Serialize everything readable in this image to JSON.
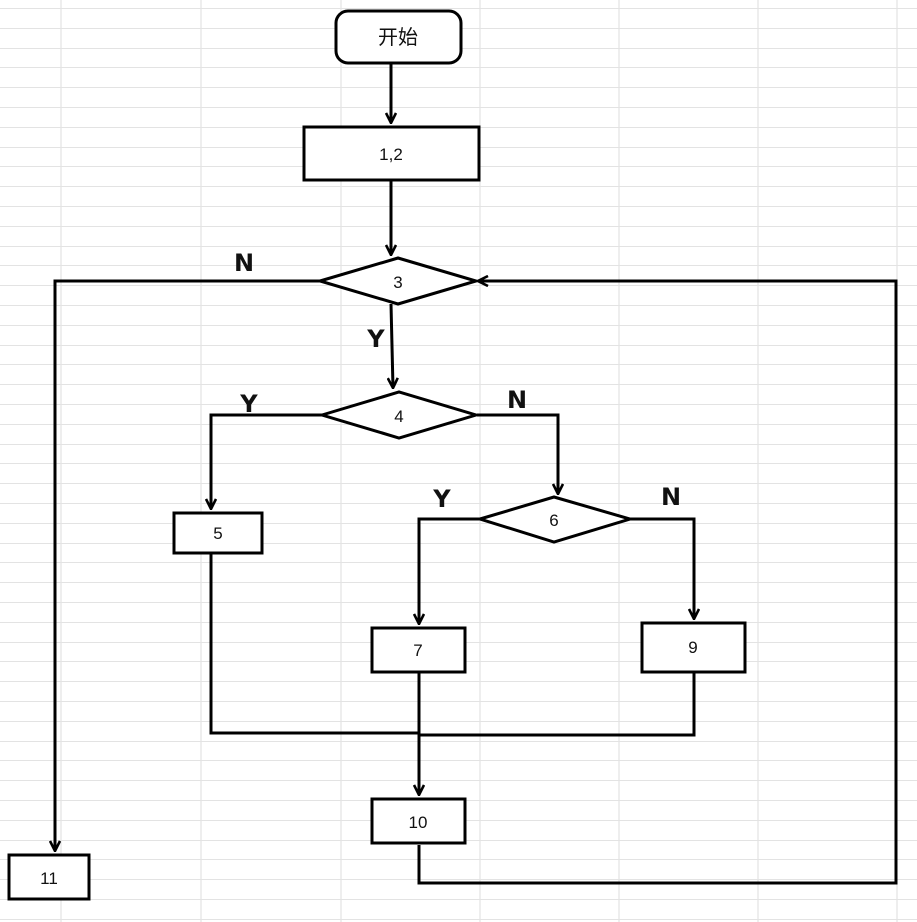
{
  "diagram": {
    "start": {
      "label": "开始"
    },
    "nodes": [
      {
        "id": "n12",
        "label": "1,2",
        "shape": "process"
      },
      {
        "id": "n3",
        "label": "3",
        "shape": "decision"
      },
      {
        "id": "n4",
        "label": "4",
        "shape": "decision"
      },
      {
        "id": "n5",
        "label": "5",
        "shape": "process"
      },
      {
        "id": "n6",
        "label": "6",
        "shape": "decision"
      },
      {
        "id": "n7",
        "label": "7",
        "shape": "process"
      },
      {
        "id": "n9",
        "label": "9",
        "shape": "process"
      },
      {
        "id": "n10",
        "label": "10",
        "shape": "process"
      },
      {
        "id": "n11",
        "label": "11",
        "shape": "process"
      }
    ],
    "branch_labels": {
      "n3_no": "N",
      "n3_yes": "Y",
      "n4_yes": "Y",
      "n4_no": "N",
      "n6_yes": "Y",
      "n6_no": "N"
    },
    "edges": [
      {
        "from": "start",
        "to": "n12"
      },
      {
        "from": "n12",
        "to": "n3"
      },
      {
        "from": "n3",
        "to": "n4",
        "label": "Y"
      },
      {
        "from": "n3",
        "to": "n11",
        "label": "N"
      },
      {
        "from": "n4",
        "to": "n5",
        "label": "Y"
      },
      {
        "from": "n4",
        "to": "n6",
        "label": "N"
      },
      {
        "from": "n6",
        "to": "n7",
        "label": "Y"
      },
      {
        "from": "n6",
        "to": "n9",
        "label": "N"
      },
      {
        "from": "n5",
        "to": "n10"
      },
      {
        "from": "n7",
        "to": "n10"
      },
      {
        "from": "n9",
        "to": "n10"
      },
      {
        "from": "n10",
        "to": "n3"
      }
    ]
  }
}
